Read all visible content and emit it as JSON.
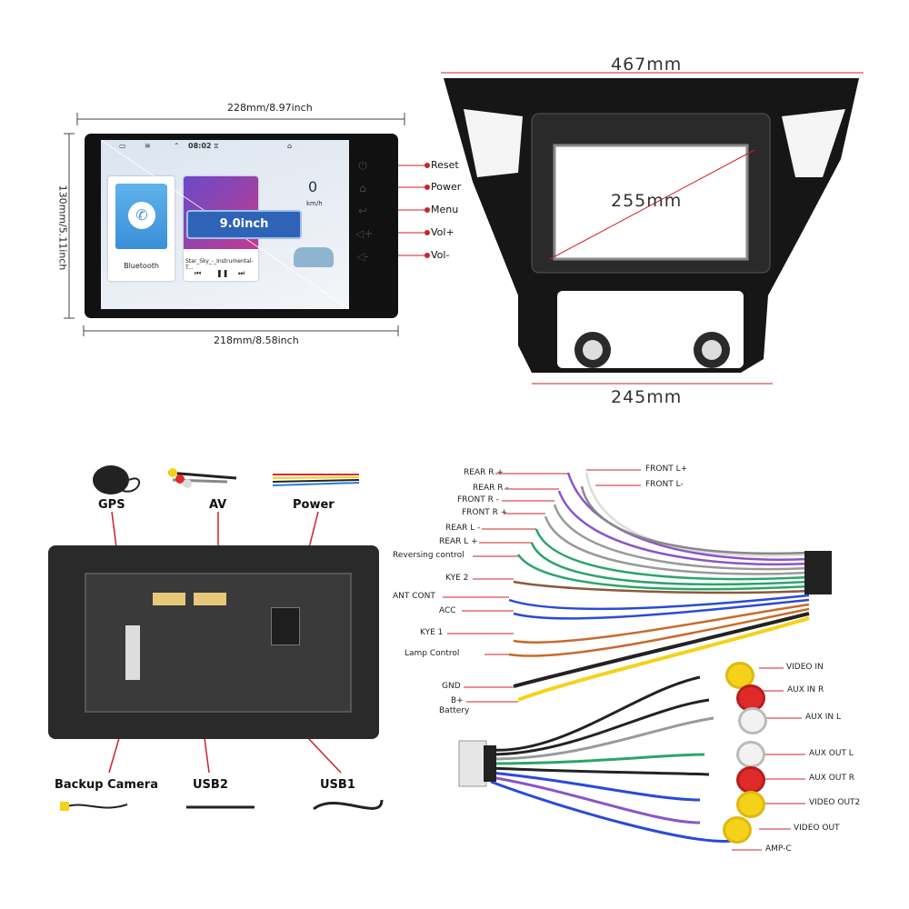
{
  "head_unit": {
    "width_label": "228mm/8.97inch",
    "height_label": "130mm/5.11inch",
    "bottom_label": "218mm/8.58inch",
    "size_tag": "9.0inch",
    "status_time": "08:02",
    "speed_value": "0",
    "speed_unit": "km/h",
    "app_bluetooth": "Bluetooth",
    "app_music": "Star_Sky_-_Instrumental-T...",
    "side_buttons": [
      "Reset",
      "Power",
      "Menu",
      "Vol+",
      "Vol-"
    ]
  },
  "frame": {
    "top_width": "467mm",
    "inner_width": "255mm",
    "bottom_width": "245mm"
  },
  "accessories": {
    "gps": "GPS",
    "av": "AV",
    "power": "Power",
    "backup_camera": "Backup Camera",
    "usb2": "USB2",
    "usb1": "USB1"
  },
  "harness": {
    "left_labels": [
      "REAR R +",
      "REAR R -",
      "FRONT R -",
      "FRONT R +",
      "REAR L -",
      "REAR L +",
      "Reversing control",
      "KYE 2",
      "ANT CONT",
      "ACC",
      "KYE 1",
      "Lamp Control",
      "GND",
      "B+",
      "Battery"
    ],
    "front_labels": [
      "FRONT L+",
      "FRONT L-"
    ],
    "rca_labels": [
      "VIDEO IN",
      "AUX IN R",
      "AUX  IN L",
      "AUX OUT L",
      "AUX OUT R",
      "VIDEO OUT2",
      "VIDEO OUT",
      "AMP-C"
    ]
  },
  "colors": {
    "accent_blue": "#2f63b8",
    "marker_red": "#d0202a",
    "rca_yellow": "#f5d21a",
    "rca_red": "#e02a2a",
    "rca_white": "#f2f2f2"
  }
}
